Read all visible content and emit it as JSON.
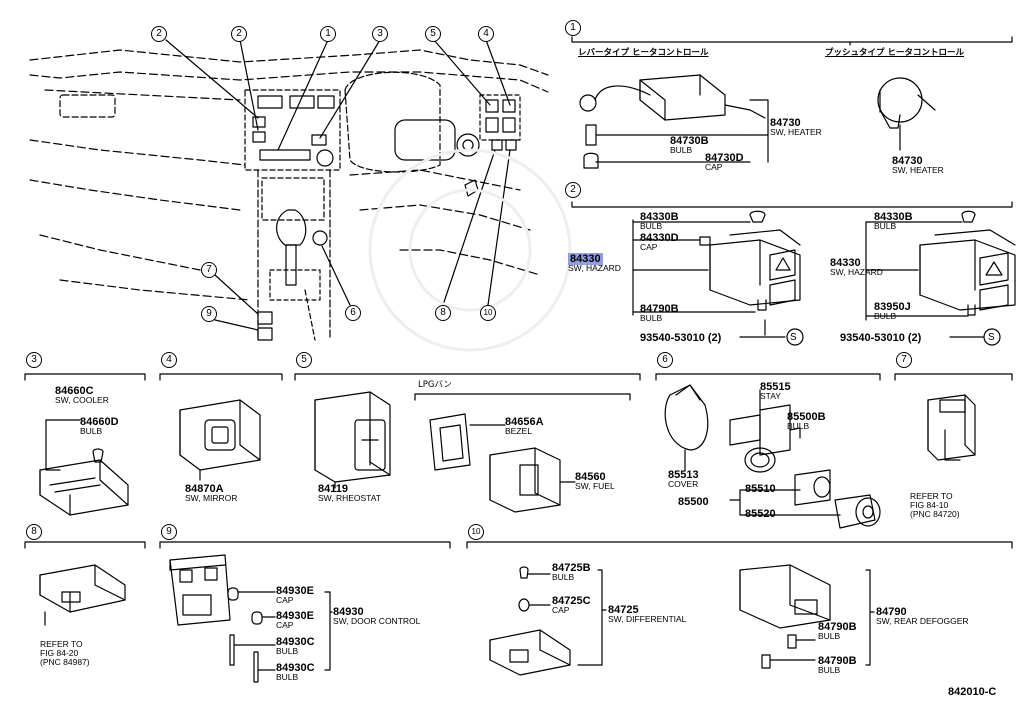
{
  "diagram_id": "842010-C",
  "overview_callouts": [
    "2",
    "2",
    "1",
    "3",
    "5",
    "4",
    "7",
    "9",
    "6",
    "8",
    "10"
  ],
  "sections": {
    "s1": {
      "num": "1",
      "left_title": "レバータイプ ヒータコントロール",
      "right_title": "プッシュタイプ ヒータコントロール",
      "parts": [
        {
          "pn": "84730",
          "name": "SW, HEATER"
        },
        {
          "pn": "84730B",
          "name": "BULB"
        },
        {
          "pn": "84730D",
          "name": "CAP"
        },
        {
          "pn": "84730",
          "name": "SW, HEATER"
        }
      ]
    },
    "s2": {
      "num": "2",
      "parts": [
        {
          "pn": "84330B",
          "name": "BULB"
        },
        {
          "pn": "84330D",
          "name": "CAP"
        },
        {
          "pn": "84330",
          "name": "SW, HAZARD"
        },
        {
          "pn": "84790B",
          "name": "BULB"
        },
        {
          "pn": "93540-53010 (2)",
          "name": ""
        },
        {
          "pn": "84330B",
          "name": "BULB"
        },
        {
          "pn": "84330",
          "name": "SW, HAZARD"
        },
        {
          "pn": "83950J",
          "name": "BULB"
        },
        {
          "pn": "93540-53010 (2)",
          "name": ""
        }
      ],
      "screw_symbol": "S"
    },
    "s3": {
      "num": "3",
      "parts": [
        {
          "pn": "84660C",
          "name": "SW, COOLER"
        },
        {
          "pn": "84660D",
          "name": "BULB"
        }
      ]
    },
    "s4": {
      "num": "4",
      "parts": [
        {
          "pn": "84870A",
          "name": "SW, MIRROR"
        }
      ]
    },
    "s5": {
      "num": "5",
      "group_label": "LPGバン",
      "parts": [
        {
          "pn": "84119",
          "name": "SW, RHEOSTAT"
        },
        {
          "pn": "84656A",
          "name": "BEZEL"
        },
        {
          "pn": "84560",
          "name": "SW, FUEL"
        }
      ]
    },
    "s6": {
      "num": "6",
      "parts": [
        {
          "pn": "85515",
          "name": "STAY"
        },
        {
          "pn": "85500B",
          "name": "BULB"
        },
        {
          "pn": "85513",
          "name": "COVER"
        },
        {
          "pn": "85500",
          "name": ""
        },
        {
          "pn": "85510",
          "name": ""
        },
        {
          "pn": "85520",
          "name": ""
        }
      ]
    },
    "s7": {
      "num": "7",
      "ref": [
        "REFER TO",
        "FIG 84-10",
        "(PNC 84720)"
      ]
    },
    "s8": {
      "num": "8",
      "ref": [
        "REFER TO",
        "FIG 84-20",
        "(PNC 84987)"
      ]
    },
    "s9": {
      "num": "9",
      "parts": [
        {
          "pn": "84930E",
          "name": "CAP"
        },
        {
          "pn": "84930E",
          "name": "CAP"
        },
        {
          "pn": "84930",
          "name": "SW, DOOR CONTROL"
        },
        {
          "pn": "84930C",
          "name": "BULB"
        },
        {
          "pn": "84930C",
          "name": "BULB"
        }
      ]
    },
    "s10": {
      "num": "10",
      "parts": [
        {
          "pn": "84725B",
          "name": "BULB"
        },
        {
          "pn": "84725C",
          "name": "CAP"
        },
        {
          "pn": "84725",
          "name": "SW, DIFFERENTIAL"
        },
        {
          "pn": "84790",
          "name": "SW, REAR DEFOGGER"
        },
        {
          "pn": "84790B",
          "name": "BULB"
        },
        {
          "pn": "84790B",
          "name": "BULB"
        }
      ]
    }
  }
}
